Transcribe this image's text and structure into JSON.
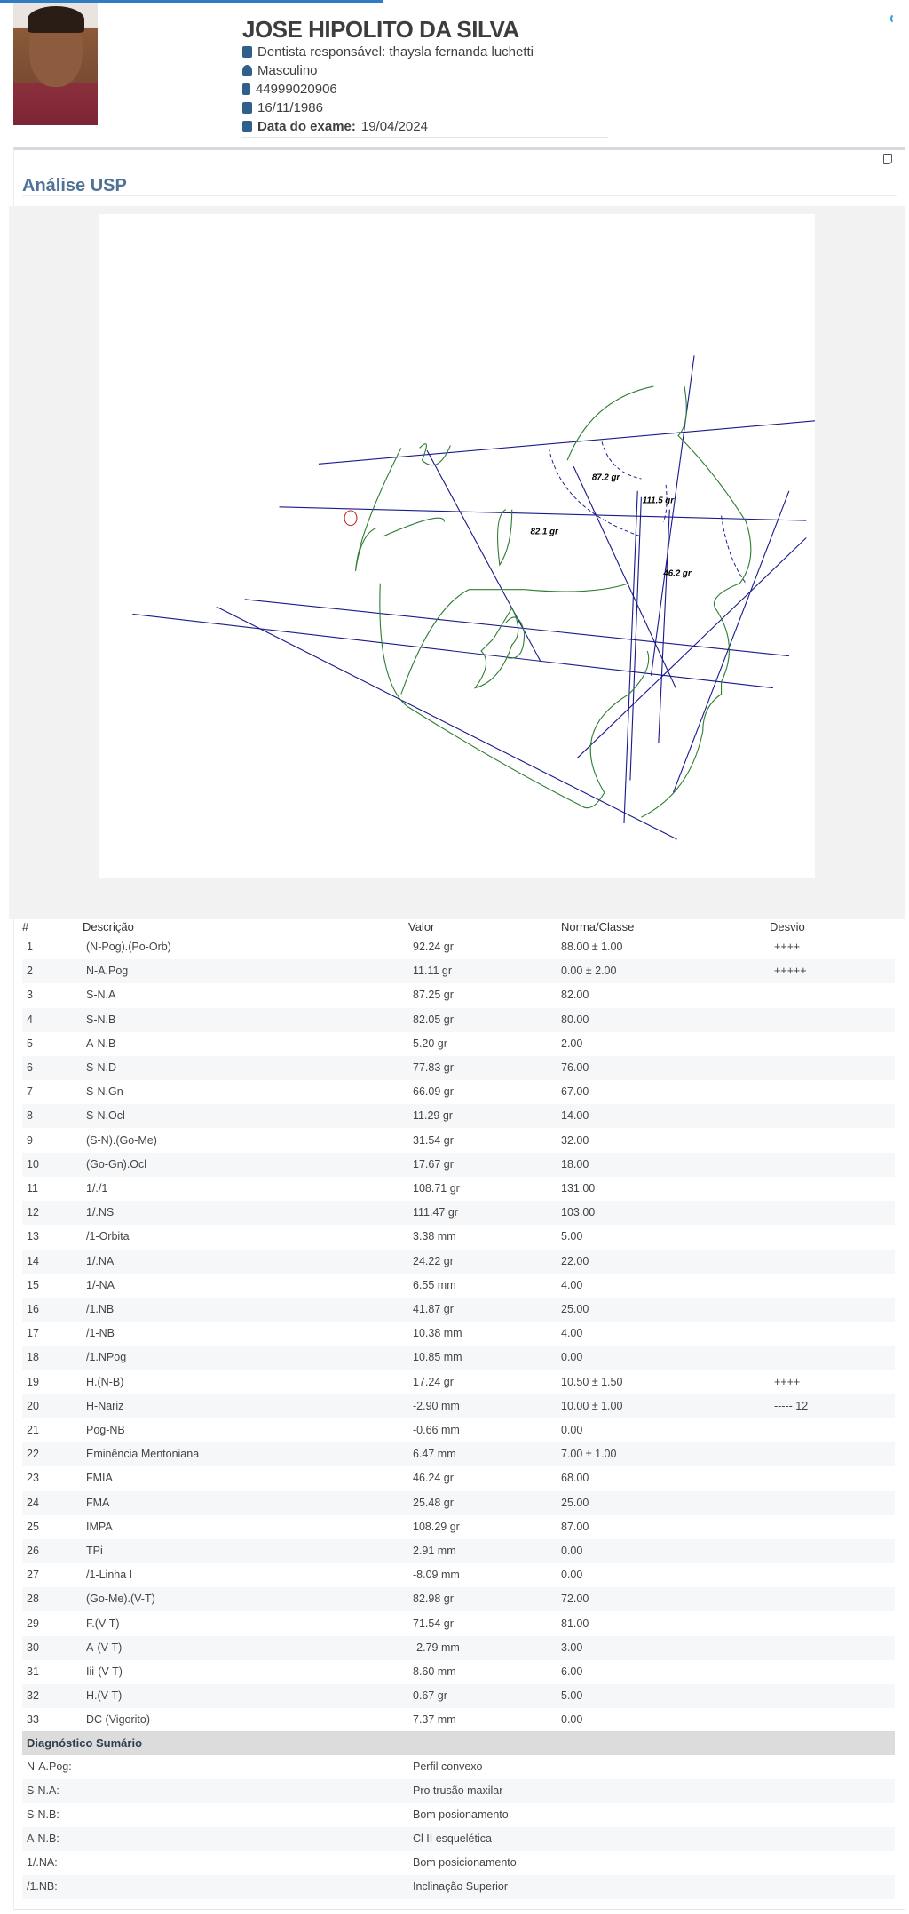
{
  "patient": {
    "name": "JOSE HIPOLITO DA SILVA",
    "dentist": "Dentista responsável: thaysla fernanda luchetti",
    "gender": "Masculino",
    "phone": "44999020906",
    "birthdate": "16/11/1986",
    "exam_label": "Data do exame:",
    "exam_date": "19/04/2024"
  },
  "analysis": {
    "title": "Análise USP",
    "tracing_labels": [
      "87.2 gr",
      "111.5 gr",
      "82.1 gr",
      "46.2 gr"
    ]
  },
  "table": {
    "headers": [
      "#",
      "Descrição",
      "Valor",
      "Norma/Classe",
      "Desvio"
    ],
    "rows": [
      [
        "1",
        "(N-Pog).(Po-Orb)",
        "92.24 gr",
        "88.00 ± 1.00",
        "++++"
      ],
      [
        "2",
        "N-A.Pog",
        "11.11 gr",
        "0.00 ± 2.00",
        "+++++"
      ],
      [
        "3",
        "S-N.A",
        "87.25 gr",
        "82.00",
        ""
      ],
      [
        "4",
        "S-N.B",
        "82.05 gr",
        "80.00",
        ""
      ],
      [
        "5",
        "A-N.B",
        "5.20 gr",
        "2.00",
        ""
      ],
      [
        "6",
        "S-N.D",
        "77.83 gr",
        "76.00",
        ""
      ],
      [
        "7",
        "S-N.Gn",
        "66.09 gr",
        "67.00",
        ""
      ],
      [
        "8",
        "S-N.Ocl",
        "11.29 gr",
        "14.00",
        ""
      ],
      [
        "9",
        "(S-N).(Go-Me)",
        "31.54 gr",
        "32.00",
        ""
      ],
      [
        "10",
        "(Go-Gn).Ocl",
        "17.67 gr",
        "18.00",
        ""
      ],
      [
        "11",
        "1/./1",
        "108.71 gr",
        "131.00",
        ""
      ],
      [
        "12",
        "1/.NS",
        "111.47 gr",
        "103.00",
        ""
      ],
      [
        "13",
        "/1-Orbita",
        "3.38 mm",
        "5.00",
        ""
      ],
      [
        "14",
        "1/.NA",
        "24.22 gr",
        "22.00",
        ""
      ],
      [
        "15",
        "1/-NA",
        "6.55 mm",
        "4.00",
        ""
      ],
      [
        "16",
        "/1.NB",
        "41.87 gr",
        "25.00",
        ""
      ],
      [
        "17",
        "/1-NB",
        "10.38 mm",
        "4.00",
        ""
      ],
      [
        "18",
        "/1.NPog",
        "10.85 mm",
        "0.00",
        ""
      ],
      [
        "19",
        "H.(N-B)",
        "17.24 gr",
        "10.50 ± 1.50",
        "++++"
      ],
      [
        "20",
        "H-Nariz",
        "-2.90 mm",
        "10.00 ± 1.00",
        "----- 12"
      ],
      [
        "21",
        "Pog-NB",
        "-0.66 mm",
        "0.00",
        ""
      ],
      [
        "22",
        "Eminência Mentoniana",
        "6.47 mm",
        "7.00 ± 1.00",
        ""
      ],
      [
        "23",
        "FMIA",
        "46.24 gr",
        "68.00",
        ""
      ],
      [
        "24",
        "FMA",
        "25.48 gr",
        "25.00",
        ""
      ],
      [
        "25",
        "IMPA",
        "108.29 gr",
        "87.00",
        ""
      ],
      [
        "26",
        "TPi",
        "2.91 mm",
        "0.00",
        ""
      ],
      [
        "27",
        "/1-Linha I",
        "-8.09 mm",
        "0.00",
        ""
      ],
      [
        "28",
        "(Go-Me).(V-T)",
        "82.98 gr",
        "72.00",
        ""
      ],
      [
        "29",
        "F.(V-T)",
        "71.54 gr",
        "81.00",
        ""
      ],
      [
        "30",
        "A-(V-T)",
        "-2.79 mm",
        "3.00",
        ""
      ],
      [
        "31",
        "Iii-(V-T)",
        "8.60 mm",
        "6.00",
        ""
      ],
      [
        "32",
        "H.(V-T)",
        "0.67 gr",
        "5.00",
        ""
      ],
      [
        "33",
        "DC (Vigorito)",
        "7.37 mm",
        "0.00",
        ""
      ]
    ]
  },
  "summary": {
    "title": "Diagnóstico Sumário",
    "rows": [
      [
        "N-A.Pog:",
        "Perfil convexo"
      ],
      [
        "S-N.A:",
        "Pro trusão maxilar"
      ],
      [
        "S-N.B:",
        "Bom posionamento"
      ],
      [
        "A-N.B:",
        "Cl II esquelética"
      ],
      [
        "1/.NA:",
        "Bom posicionamento"
      ],
      [
        "/1.NB:",
        "Inclinação Superior"
      ]
    ]
  },
  "colors": {
    "accent": "#2f7bc4",
    "title": "#4f7396",
    "line": "#1a1a8c",
    "trace": "#2e7d32"
  }
}
